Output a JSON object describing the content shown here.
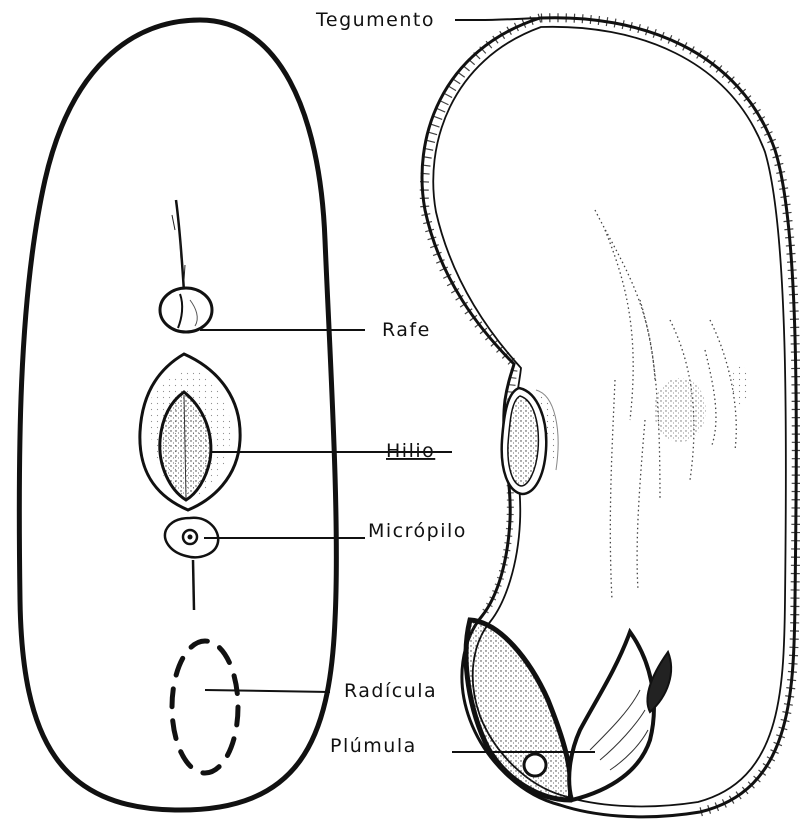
{
  "labels": {
    "tegumento": "Tegumento",
    "rafe": "Rafe",
    "hilio": "Hilio",
    "micropilo": "Micrópilo",
    "radicula": "Radícula",
    "plumula": "Plúmula"
  },
  "colors": {
    "ink": "#111111",
    "paper": "#ffffff",
    "stipple": "#333333"
  }
}
